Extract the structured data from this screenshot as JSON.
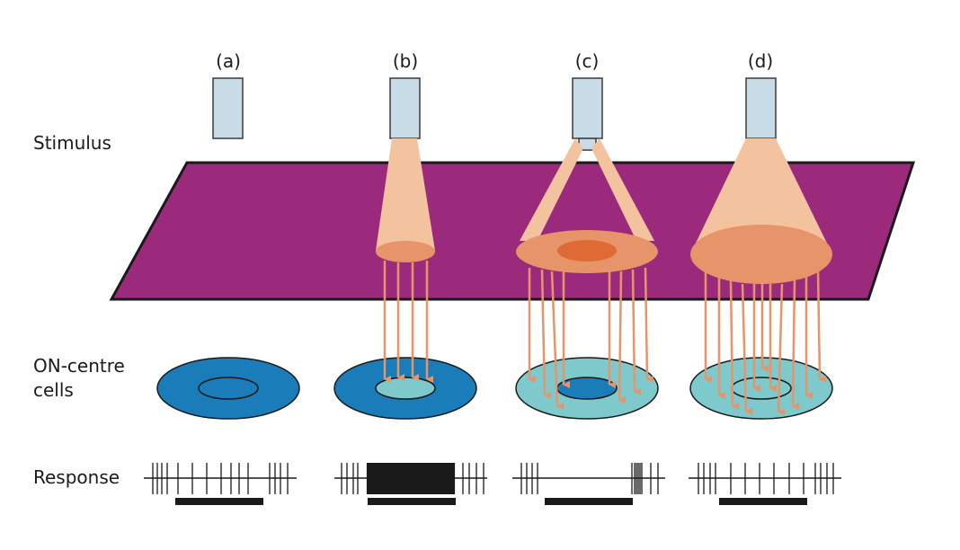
{
  "row_labels": {
    "stimulus": "Stimulus",
    "on_centre_line1": "ON-centre",
    "on_centre_line2": "cells",
    "response": "Response"
  },
  "panels": [
    {
      "label": "(a)",
      "stimulus": "none",
      "response": "baseline firing"
    },
    {
      "label": "(b)",
      "stimulus": "centre spot",
      "response": "strong burst"
    },
    {
      "label": "(c)",
      "stimulus": "surround annulus",
      "response": "suppressed"
    },
    {
      "label": "(d)",
      "stimulus": "diffuse full field",
      "response": "baseline firing"
    }
  ],
  "colors": {
    "retina": "#9c2a7c",
    "projector": "#c8dce8",
    "light_beam": "#f3c3a0",
    "spot": "#e8946a",
    "spot_centre": "#e06a35",
    "arrow": "#e8946a",
    "cell_dark": "#1a7dba",
    "cell_light": "#7ec9cb"
  }
}
